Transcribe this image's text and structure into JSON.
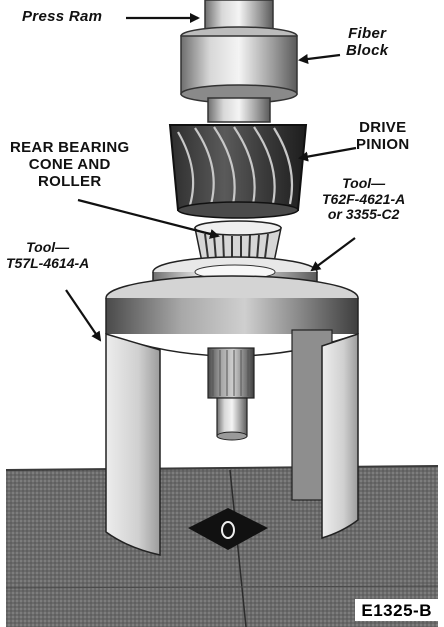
{
  "labels": {
    "press_ram": "Press Ram",
    "fiber_block_line1": "Fiber",
    "fiber_block_line2": "Block",
    "drive_pinion_line1": "DRIVE",
    "drive_pinion_line2": "PINION",
    "rear_bearing_line1": "REAR BEARING",
    "rear_bearing_line2": "CONE AND",
    "rear_bearing_line3": "ROLLER",
    "tool_a_line1": "Tool—",
    "tool_a_line2": "T62F-4621-A",
    "tool_a_line3": "or  3355-C2",
    "tool_b_line1": "Tool—",
    "tool_b_line2": "T57L-4614-A"
  },
  "figure_code": "E1325-B"
}
